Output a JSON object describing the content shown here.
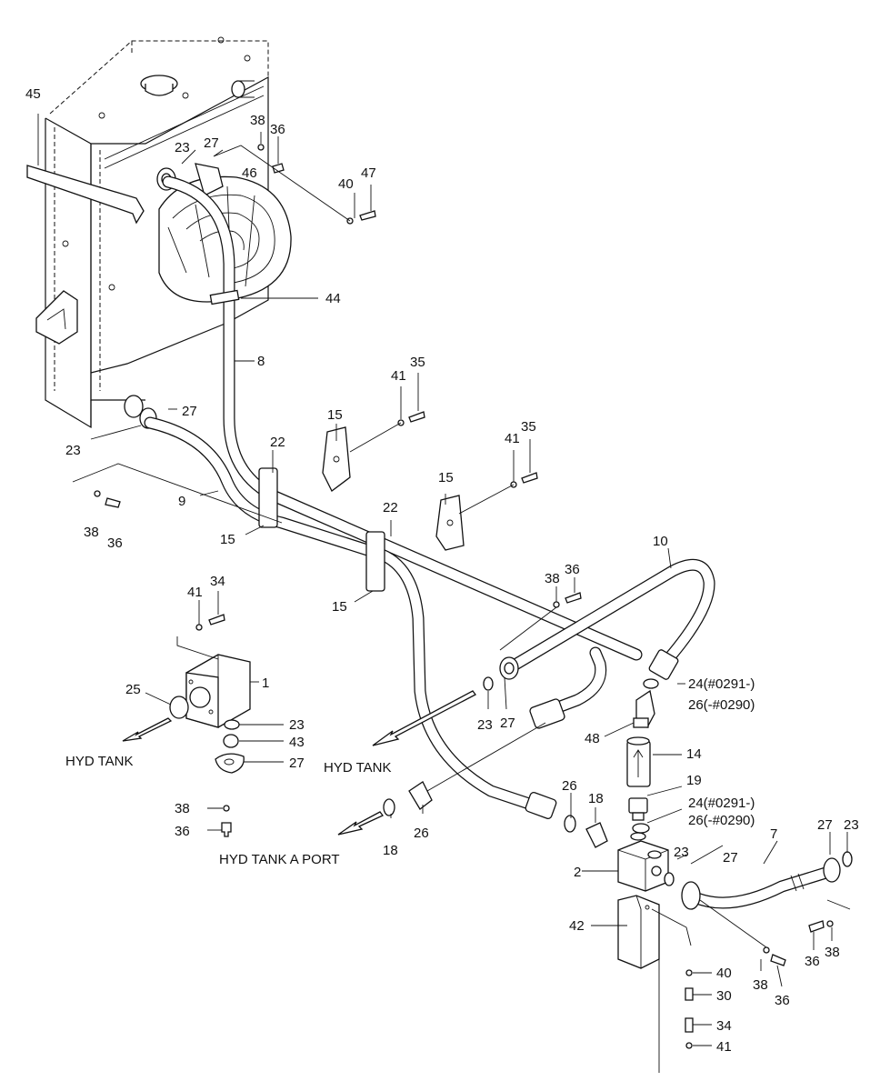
{
  "labels": {
    "l45": "45",
    "l38a": "38",
    "l36a": "36",
    "l23a": "23",
    "l27a": "27",
    "l46": "46",
    "l40a": "40",
    "l47": "47",
    "l44": "44",
    "l8": "8",
    "l41a": "41",
    "l35a": "35",
    "l27b": "27",
    "l23b": "23",
    "l15a": "15",
    "l22a": "22",
    "l9": "9",
    "l41b": "41",
    "l35b": "35",
    "l15b": "15",
    "l38b": "38",
    "l36b": "36",
    "l15c": "15",
    "l22b": "22",
    "l10": "10",
    "l38c": "38",
    "l36c": "36",
    "l15d": "15",
    "l41c": "41",
    "l34a": "34",
    "l1": "1",
    "l25": "25",
    "l23c": "23",
    "l43": "43",
    "l27c": "27",
    "l38d": "38",
    "l36d": "36",
    "l24a": "24(#0291-)",
    "l26a": "26(-#0290)",
    "l23d": "23",
    "l27d": "27",
    "l48": "48",
    "l14": "14",
    "l19": "19",
    "l26b": "26",
    "l18a": "18",
    "l24b": "24(#0291-)",
    "l26c": "26(-#0290)",
    "l18b": "18",
    "l26d": "26",
    "l27e": "27",
    "l23e": "23",
    "l7": "7",
    "l2": "2",
    "l23f": "23",
    "l27f": "27",
    "l42": "42",
    "l40b": "40",
    "l30": "30",
    "l34b": "34",
    "l41d": "41",
    "l36e": "36",
    "l38e": "38",
    "l38f": "38",
    "l36f": "36"
  },
  "callouts": {
    "hyd_tank_1": "HYD TANK",
    "hyd_tank_2": "HYD TANK",
    "hyd_tank_a_port": "HYD TANK A PORT"
  }
}
